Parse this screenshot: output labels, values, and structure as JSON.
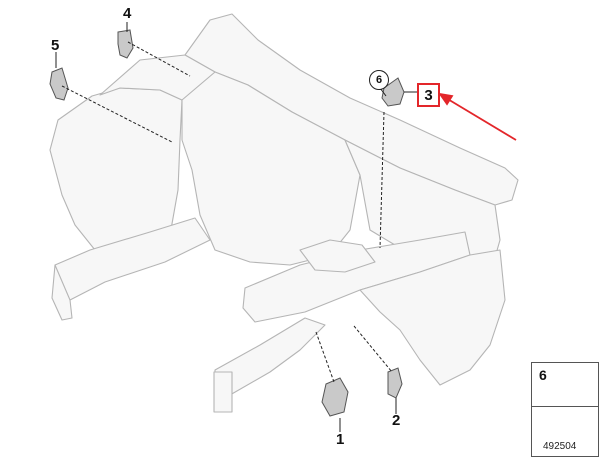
{
  "callouts": {
    "c1": "1",
    "c2": "2",
    "c3": "3",
    "c4": "4",
    "c5": "5",
    "c6": "6"
  },
  "legend": {
    "item_number": "6",
    "diagram_id": "492504"
  },
  "colors": {
    "highlight": "#e3262a",
    "outline": "#b9b9b9",
    "leader": "#222222"
  }
}
